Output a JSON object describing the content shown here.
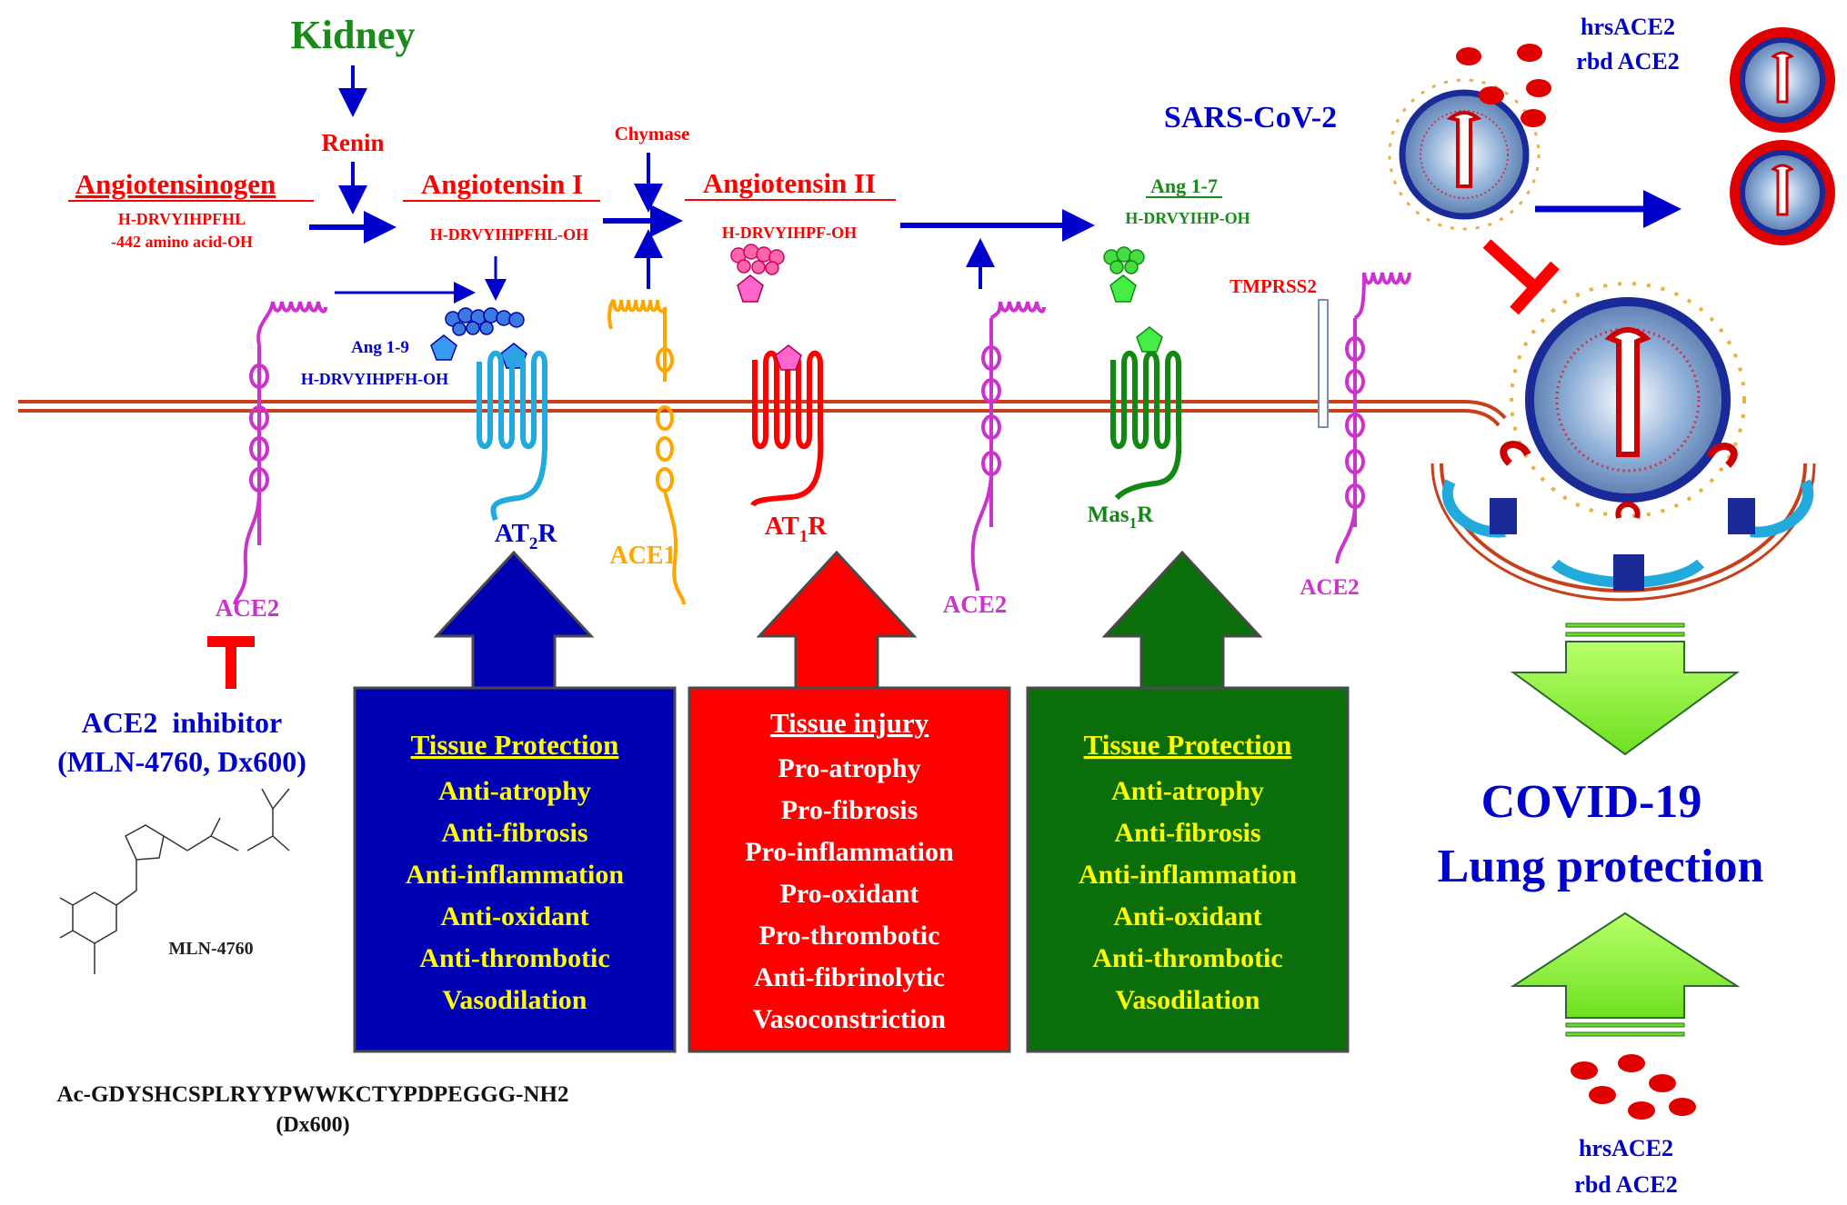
{
  "labels": {
    "kidney": "Kidney",
    "renin": "Renin",
    "angiotensinogen": "Angiotensinogen",
    "angiotensinogen_seq1": "H-DRVYIHPFHL",
    "angiotensinogen_seq2": "-442 amino acid-OH",
    "angiotensin1": "Angiotensin I",
    "angiotensin1_seq": "H-DRVYIHPFHL-OH",
    "chymase": "Chymase",
    "angiotensin2": "Angiotensin II",
    "angiotensin2_seq": "H-DRVYIHPF-OH",
    "ang17": "Ang 1-7",
    "ang17_seq": "H-DRVYIHP-OH",
    "ang19": "Ang 1-9",
    "ang19_seq": "H-DRVYIHPFH-OH",
    "sars": "SARS-CoV-2",
    "hrs_top": "hrsACE2",
    "rbd_top": "rbd ACE2",
    "tmprss2": "TMPRSS2",
    "ace2_left": "ACE2",
    "ace2_mid": "ACE2",
    "ace2_right": "ACE2",
    "ace1": "ACE1",
    "at2r_base": "AT",
    "at2r_sub": "2",
    "at2r_tail": "R",
    "at1r_base": "AT",
    "at1r_sub": "1",
    "at1r_tail": "R",
    "mas_base": "Mas",
    "mas_sub": "1",
    "mas_tail": "R",
    "inhibitor_line1": "ACE2  inhibitor",
    "inhibitor_line2": "(MLN-4760, Dx600)",
    "mln": "MLN-4760",
    "dx_seq": "Ac-GDYSHCSPLRYYPWWKCTYPDPEGGG-NH2",
    "dx_name": "(Dx600)",
    "covid_line1": "COVID-19",
    "covid_line2": "Lung protection",
    "hrs_bottom": "hrsACE2",
    "rbd_bottom": "rbd ACE2"
  },
  "boxes": [
    {
      "title": "Tissue Protection",
      "items": [
        "Anti-atrophy",
        "Anti-fibrosis",
        "Anti-inflammation",
        "Anti-oxidant",
        "Anti-thrombotic",
        "Vasodilation"
      ]
    },
    {
      "title": "Tissue injury",
      "items": [
        "Pro-atrophy",
        "Pro-fibrosis",
        "Pro-inflammation",
        "Pro-oxidant",
        "Pro-thrombotic",
        "Anti-fibrinolytic",
        "Vasoconstriction"
      ]
    },
    {
      "title": "Tissue Protection",
      "items": [
        "Anti-atrophy",
        "Anti-fibrosis",
        "Anti-inflammation",
        "Anti-oxidant",
        "Anti-thrombotic",
        "Vasodilation"
      ]
    }
  ],
  "colors": {
    "blue": "#0000cc",
    "red": "#ff0000",
    "green": "#0a7a0a",
    "magenta": "#cc33cc",
    "orange": "#ffa500",
    "cyan": "#22aadd",
    "yellow": "#ffff00",
    "lime": "#7fff2a",
    "membrane": "#c8401a"
  }
}
